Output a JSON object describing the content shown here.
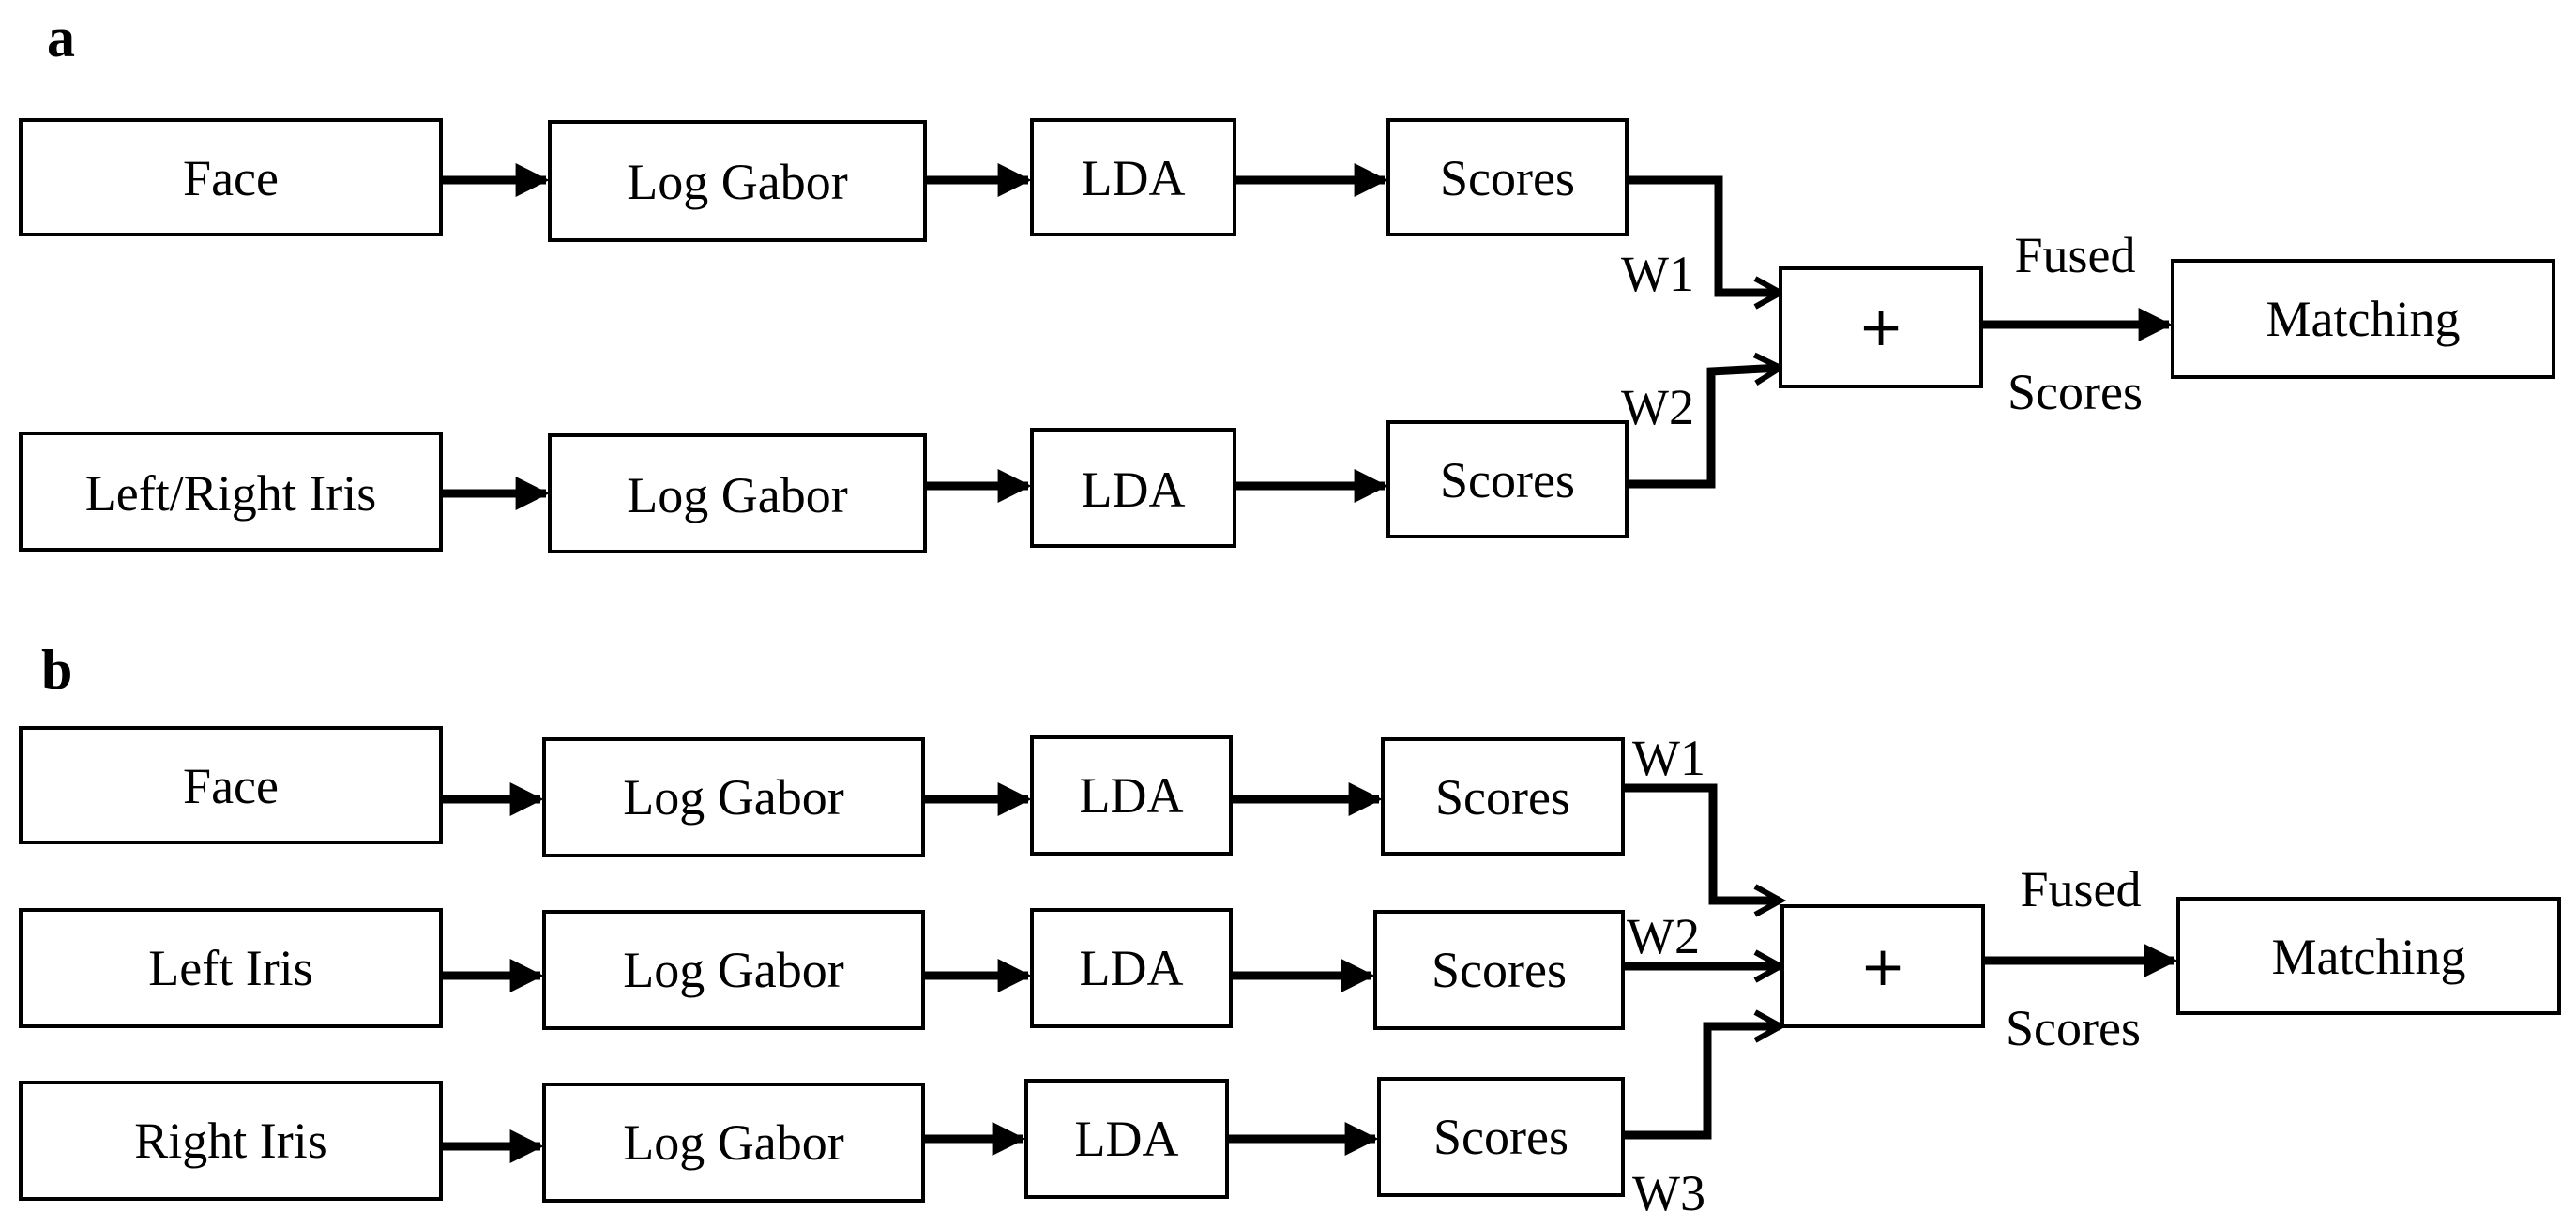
{
  "panel_a": {
    "label": "a",
    "rows": [
      {
        "input": "Face",
        "feature": "Log Gabor",
        "reduction": "LDA",
        "scores": "Scores",
        "weight": "W1"
      },
      {
        "input": "Left/Right Iris",
        "feature": "Log Gabor",
        "reduction": "LDA",
        "scores": "Scores",
        "weight": "W2"
      }
    ],
    "fusion": "+",
    "fused_top": "Fused",
    "fused_bottom": "Scores",
    "output": "Matching"
  },
  "panel_b": {
    "label": "b",
    "rows": [
      {
        "input": "Face",
        "feature": "Log Gabor",
        "reduction": "LDA",
        "scores": "Scores",
        "weight": "W1"
      },
      {
        "input": "Left Iris",
        "feature": "Log Gabor",
        "reduction": "LDA",
        "scores": "Scores",
        "weight": "W2"
      },
      {
        "input": "Right Iris",
        "feature": "Log Gabor",
        "reduction": "LDA",
        "scores": "Scores",
        "weight": "W3"
      }
    ],
    "fusion": "+",
    "fused_top": "Fused",
    "fused_bottom": "Scores",
    "output": "Matching"
  }
}
